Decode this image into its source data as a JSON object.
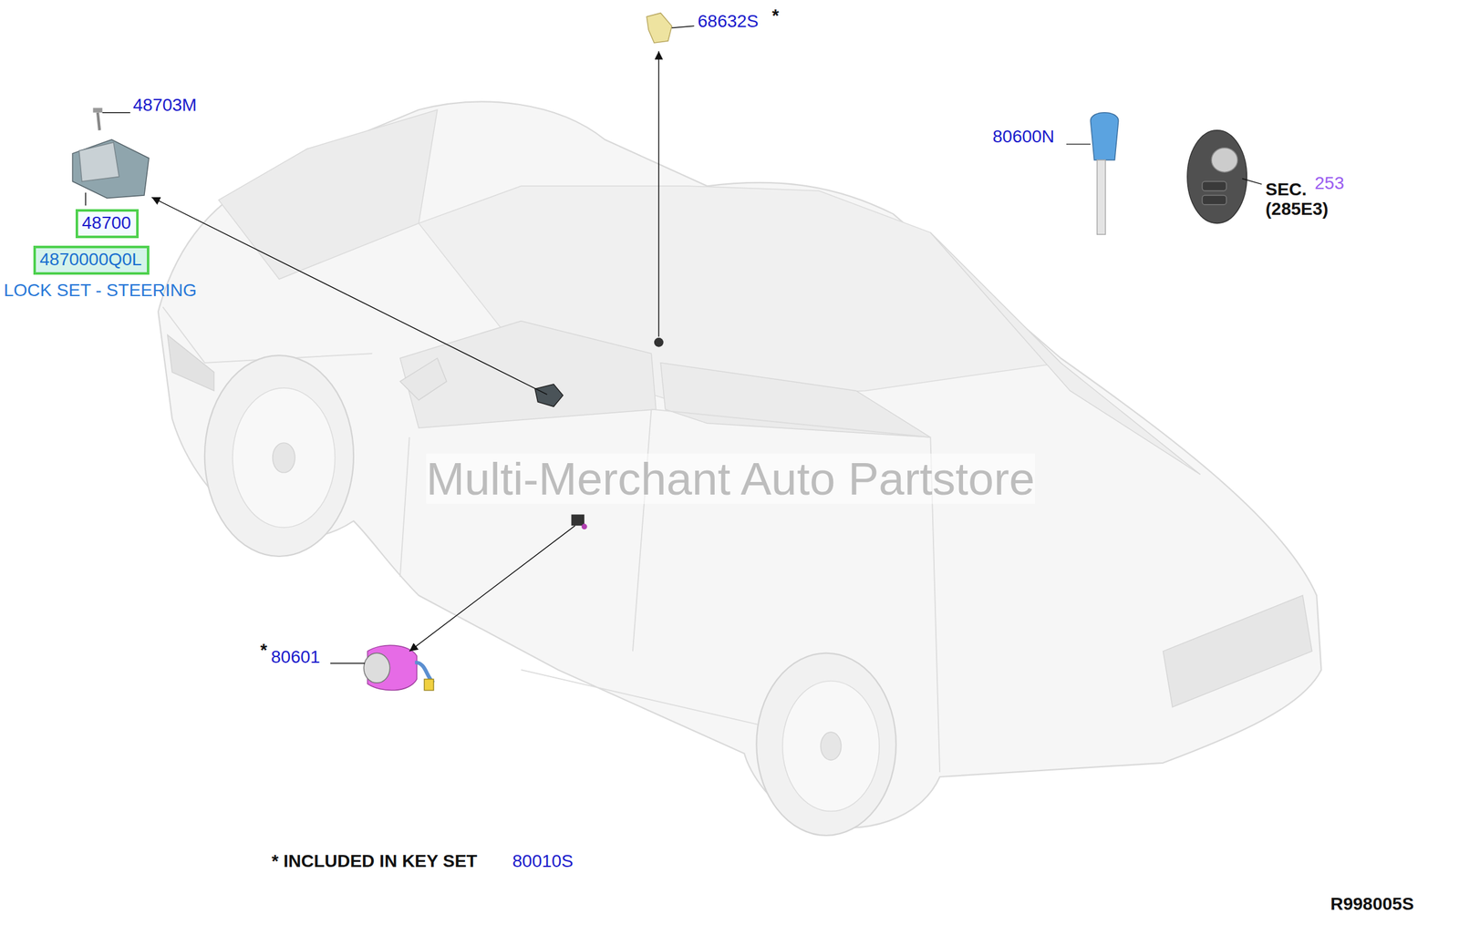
{
  "diagram": {
    "nodes": [
      {
        "text": [
          "48700"
        ]
      },
      {
        "text": [
          "4870000Q0L"
        ]
      }
    ],
    "labels": [
      "48703M",
      "LOCK SET - STEERING",
      "68632S",
      "*",
      "80600N",
      "SEC.",
      "253",
      "(285E3)",
      "*",
      "80601",
      "* INCLUDED IN KEY SET",
      "80010S",
      "R998005S",
      "Multi-Merchant Auto Partstore"
    ]
  }
}
